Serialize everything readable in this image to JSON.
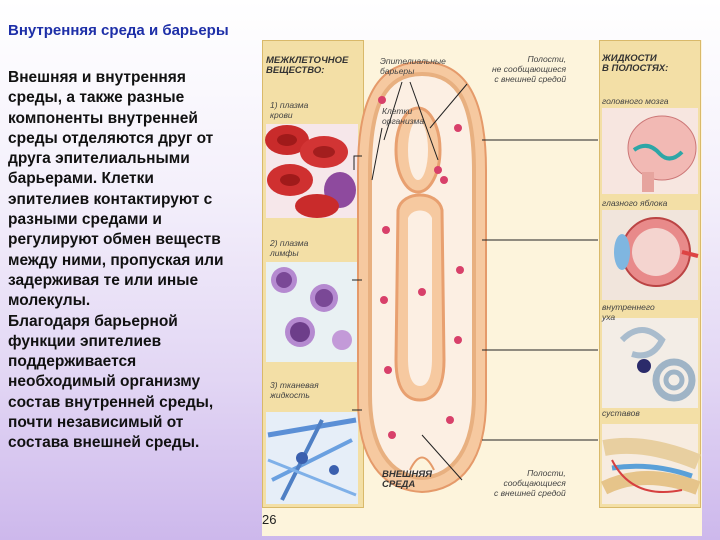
{
  "title": "Внутренняя среда и барьеры",
  "body_text": "Внешняя и внутренняя\nсреды, а также разные\nкомпоненты внутренней\nсреды отделяются друг от\nдруга эпителиальными\nбарьерами. Клетки\nэпителиев контактируют с\nразными средами и\nрегулируют обмен веществ\nмежду ними, пропуская или\nзадерживая те или иные\nмолекулы.\nБлагодаря барьерной\nфункции эпителиев\nподдерживается\nнеобходимый организму\nсостав внутренней среды,\nпочти независимый от\nсостава внешней среды.",
  "figure": {
    "left_header": "МЕЖКЛЕТОЧНОЕ\nВЕЩЕСТВО:",
    "left_items": [
      "1) плазма\nкрови",
      "2) плазма\nлимфы",
      "3) тканевая\nжидкость"
    ],
    "center_top_left": "Эпителиальные\nбарьеры",
    "center_top_right": "Полости,\nне сообщающиеся\nс внешней средой",
    "center_cells": "Клетки\nорганизма",
    "center_bottom_left": "ВНЕШНЯЯ\nСРЕДА",
    "center_bottom_right": "Полости,\nсообщающиеся\nс внешней средой",
    "right_header": "ЖИДКОСТИ\nВ ПОЛОСТЯХ:",
    "right_items": [
      "головного мозга",
      "глазного яблока",
      "внутреннего\nуха",
      "суставов"
    ],
    "page_number": "26"
  }
}
